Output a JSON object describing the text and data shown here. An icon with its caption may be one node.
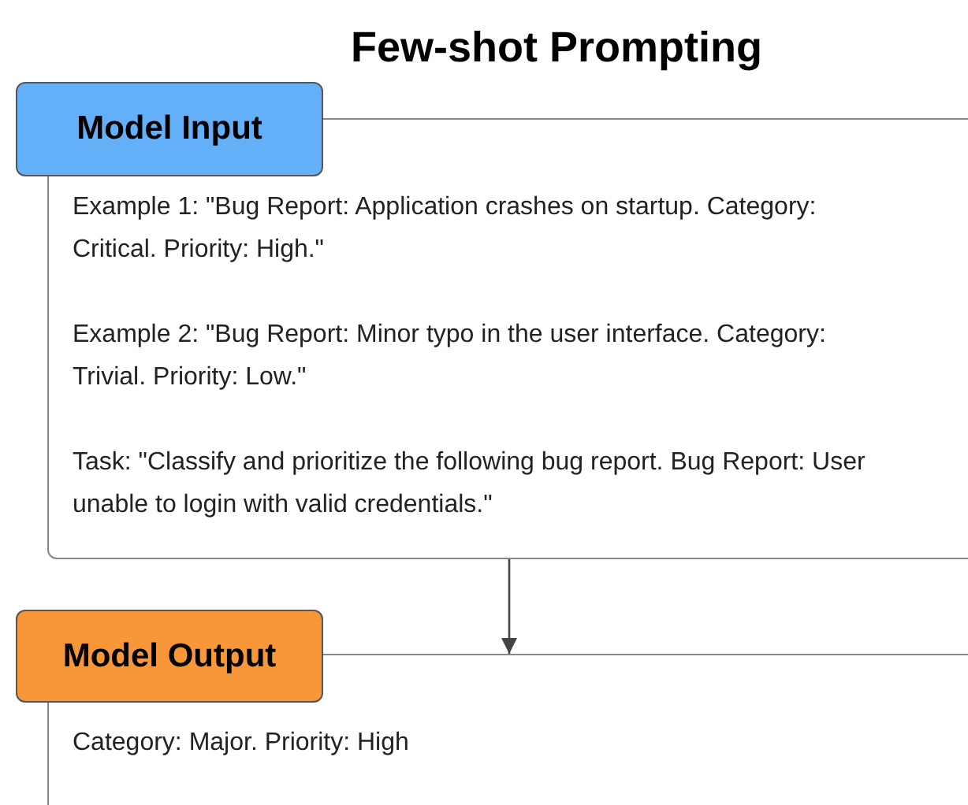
{
  "diagram": {
    "title": "Few-shot Prompting",
    "nodes": [
      {
        "text": [
          "Model Input"
        ]
      },
      {
        "text": [
          "Example 1: \"Bug Report: Application crashes on startup. Category: Critical. Priority: High.\"",
          "Example 2: \"Bug Report: Minor typo in the user interface. Category: Trivial. Priority: Low.\"",
          "Task: \"Classify and prioritize the following bug report. Bug Report: User unable to login with valid credentials.\""
        ]
      },
      {
        "text": [
          "Model Output"
        ]
      },
      {
        "text": [
          "Category: Major. Priority: High"
        ]
      }
    ],
    "edges": [
      {
        "from": 1,
        "to": 3,
        "arrow": "to"
      }
    ]
  }
}
